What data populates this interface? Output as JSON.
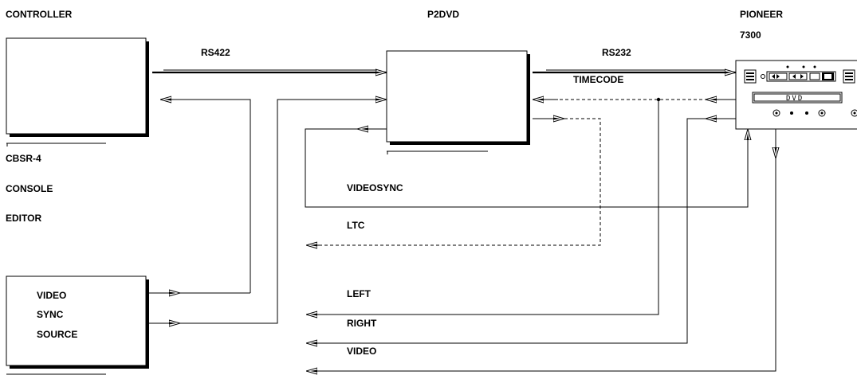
{
  "devices": {
    "controller": {
      "title": "CONTROLLER",
      "model": "CBSR-4",
      "type": "CONSOLE",
      "role": "EDITOR"
    },
    "p2dvd": {
      "title": "P2DVD"
    },
    "pioneer": {
      "title": "PIONEER",
      "model": "7300",
      "display_text": "DVD"
    },
    "sync_source": {
      "line1": "VIDEO",
      "line2": "SYNC",
      "line3": "SOURCE"
    }
  },
  "connections": {
    "rs422": "RS422",
    "rs232": "RS232",
    "timecode": "TIMECODE",
    "videosync": "VIDEOSYNC",
    "ltc": "LTC",
    "left": "LEFT",
    "right": "RIGHT",
    "video": "VIDEO"
  }
}
